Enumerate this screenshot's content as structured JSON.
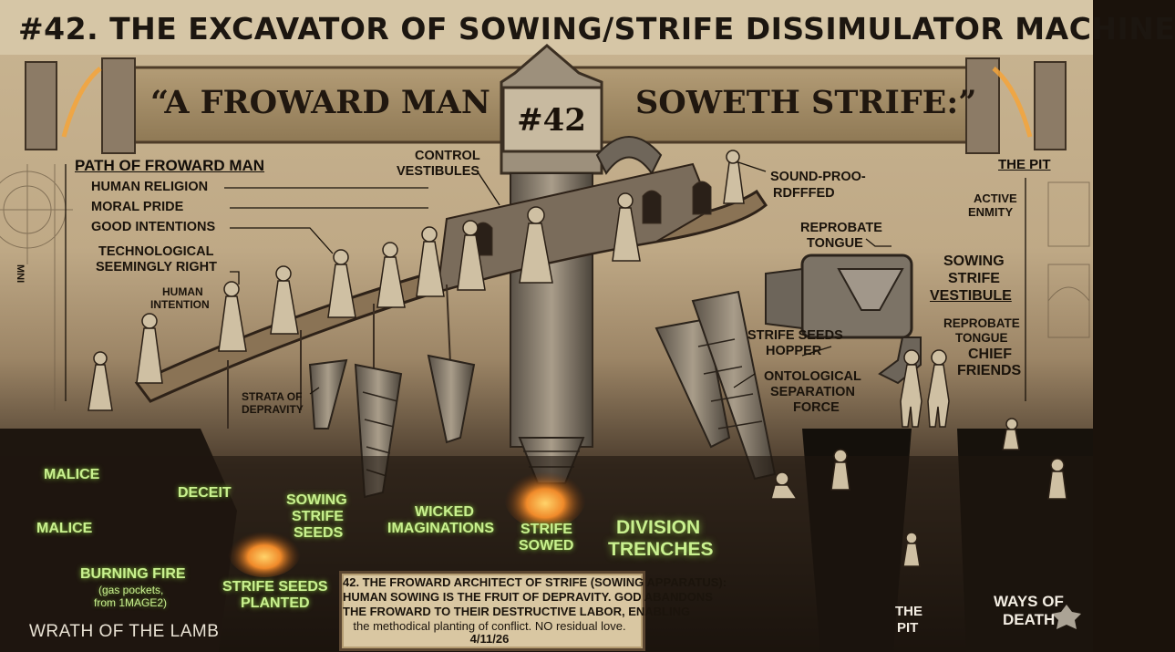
{
  "title": "#42.   THE EXCAVATOR OF SOWING/STRIFE DISSIMULATOR MACHINE",
  "banner": {
    "left": "“A FROWARD MAN",
    "right": "SOWETH STRIFE:”",
    "plaque": "#42"
  },
  "path": {
    "header": "PATH OF FROWARD MAN",
    "items": [
      "HUMAN RELIGION",
      "MORAL PRIDE",
      "GOOD INTENTIONS",
      "TECHNOLOGICAL",
      "SEEMINGLY RIGHT"
    ],
    "human_intention": [
      "HUMAN",
      "INTENTION"
    ]
  },
  "labels": {
    "control": [
      "CONTROL",
      "VESTIBULES"
    ],
    "sound": [
      "SOUND-PROO-",
      "RDFFFED"
    ],
    "reprobate_tongue": [
      "REPROBATE",
      "TONGUE"
    ],
    "the_pit_top": "THE PIT",
    "active_enmity": [
      "ACTIVE",
      "ENMITY"
    ],
    "vestibule": [
      "SOWING",
      "STRIFE",
      "VESTIBULE"
    ],
    "reprobate2": [
      "REPROBATE",
      "TONGUE"
    ],
    "chief": [
      "CHIEF",
      "FRIENDS"
    ],
    "hopper": [
      "STRIFE SEEDS",
      "HOPPER"
    ],
    "ontological": [
      "ONTOLOGICAL",
      "SEPARATION",
      "FORCE"
    ],
    "strata": [
      "STRATA OF",
      "DEPRAVITY"
    ],
    "side_mark": "MNI"
  },
  "underground": {
    "malice1": "MALICE",
    "deceit": "DECEIT",
    "malice2": "MALICE",
    "burning": "BURNING FIRE",
    "gas": [
      "(gas pockets,",
      "from 1MAGE2)"
    ],
    "sowing_seeds": [
      "SOWING",
      "STRIFE",
      "SEEDS"
    ],
    "planted": [
      "STRIFE SEEDS",
      "PLANTED"
    ],
    "wicked": [
      "WICKED",
      "IMAGINATIONS"
    ],
    "sowed": [
      "STRIFE",
      "SOWED"
    ],
    "division": [
      "DIVISION",
      "TRENCHES"
    ],
    "pit_bottom": [
      "THE",
      "PIT"
    ],
    "ways": [
      "WAYS OF",
      "DEATH"
    ],
    "wrath": "WRATH OF THE LAMB"
  },
  "caption": {
    "lines": [
      "42. THE FROWARD ARCHITECT OF STRIFE (SOWING APPARATUS):",
      "HUMAN SOWING IS THE FRUIT OF DEPRAVITY. GOD ABANDONS",
      "THE FROWARD TO THEIR DESTRUCTIVE LABOR, ENABLING",
      "the methodical planting of conflict. NO residual love."
    ],
    "date": "4/11/26"
  },
  "colors": {
    "parchment": "#c9b592",
    "ink": "#1a130b",
    "glow": "#c9f08f",
    "fire": "#f08a2a",
    "stone": "#8a7a66"
  }
}
